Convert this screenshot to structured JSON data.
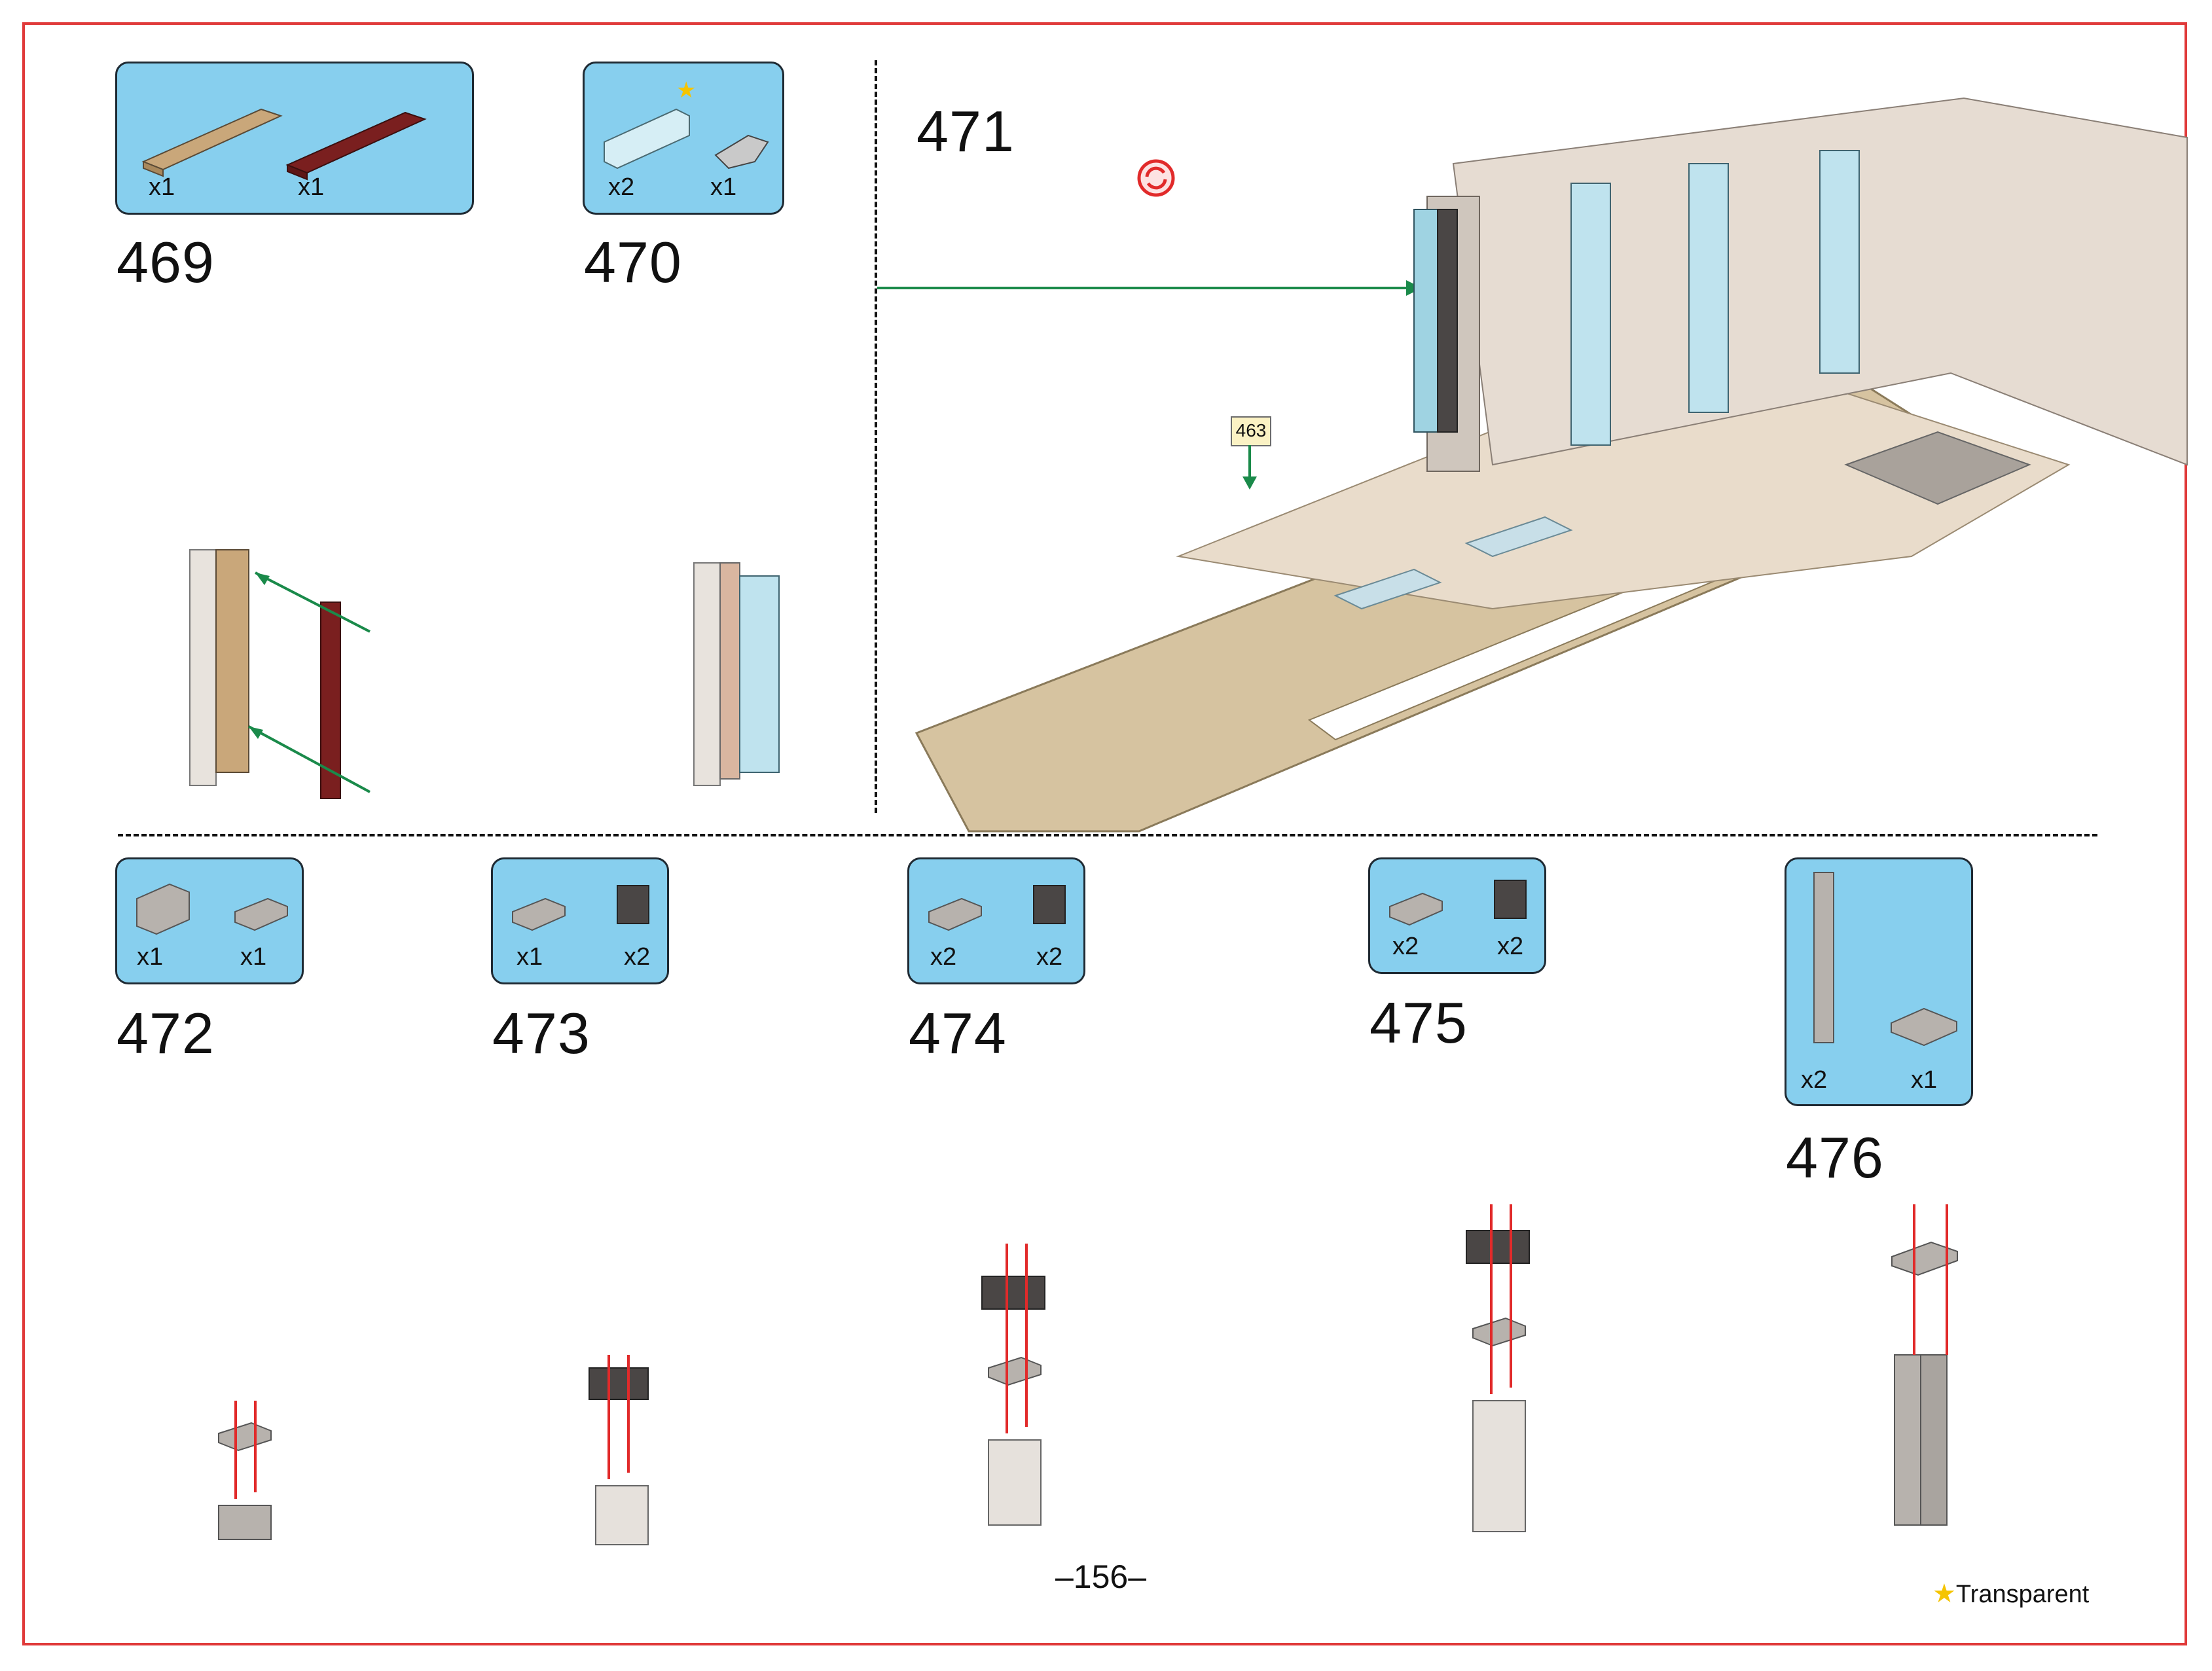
{
  "page_number": "–156–",
  "legend": {
    "star": "★",
    "label": "Transparent"
  },
  "callout": "463",
  "steps": [
    {
      "number": "469",
      "parts": [
        {
          "qty": "x1",
          "color": "#c9a77a",
          "name": "tan-plate-1x8"
        },
        {
          "qty": "x1",
          "color": "#7a1f1f",
          "name": "dark-red-plate-1x8"
        }
      ]
    },
    {
      "number": "470",
      "parts": [
        {
          "qty": "x2",
          "color": "#cfe8ee",
          "name": "trans-clear-panel",
          "transparent": true
        },
        {
          "qty": "x1",
          "color": "#bdbdbd",
          "name": "grey-slope-wedge"
        }
      ]
    },
    {
      "number": "471",
      "parts": []
    },
    {
      "number": "472",
      "parts": [
        {
          "qty": "x1",
          "color": "#b7b2ad",
          "name": "grey-brick-1x2"
        },
        {
          "qty": "x1",
          "color": "#b7b2ad",
          "name": "grey-plate-1x2"
        }
      ]
    },
    {
      "number": "473",
      "parts": [
        {
          "qty": "x1",
          "color": "#b7b2ad",
          "name": "grey-plate-1x2"
        },
        {
          "qty": "x2",
          "color": "#4a4645",
          "name": "dark-brick-1x1-studs"
        }
      ]
    },
    {
      "number": "474",
      "parts": [
        {
          "qty": "x2",
          "color": "#b7b2ad",
          "name": "grey-plate-1x2"
        },
        {
          "qty": "x2",
          "color": "#4a4645",
          "name": "dark-brick-1x1-studs"
        }
      ]
    },
    {
      "number": "475",
      "parts": [
        {
          "qty": "x2",
          "color": "#b7b2ad",
          "name": "grey-plate-1x2"
        },
        {
          "qty": "x2",
          "color": "#4a4645",
          "name": "dark-brick-1x1-studs"
        }
      ]
    },
    {
      "number": "476",
      "parts": [
        {
          "qty": "x2",
          "color": "#b7b2ad",
          "name": "grey-pillar-1x1x6"
        },
        {
          "qty": "x1",
          "color": "#b7b2ad",
          "name": "grey-plate-2x2"
        }
      ]
    }
  ],
  "colors": {
    "frame": "#e03a3a",
    "partbox": "#87cfee",
    "green_arrow": "#1a8a4a",
    "red_arrow": "#e12a2a",
    "baseplate": "#d6c3a0"
  }
}
